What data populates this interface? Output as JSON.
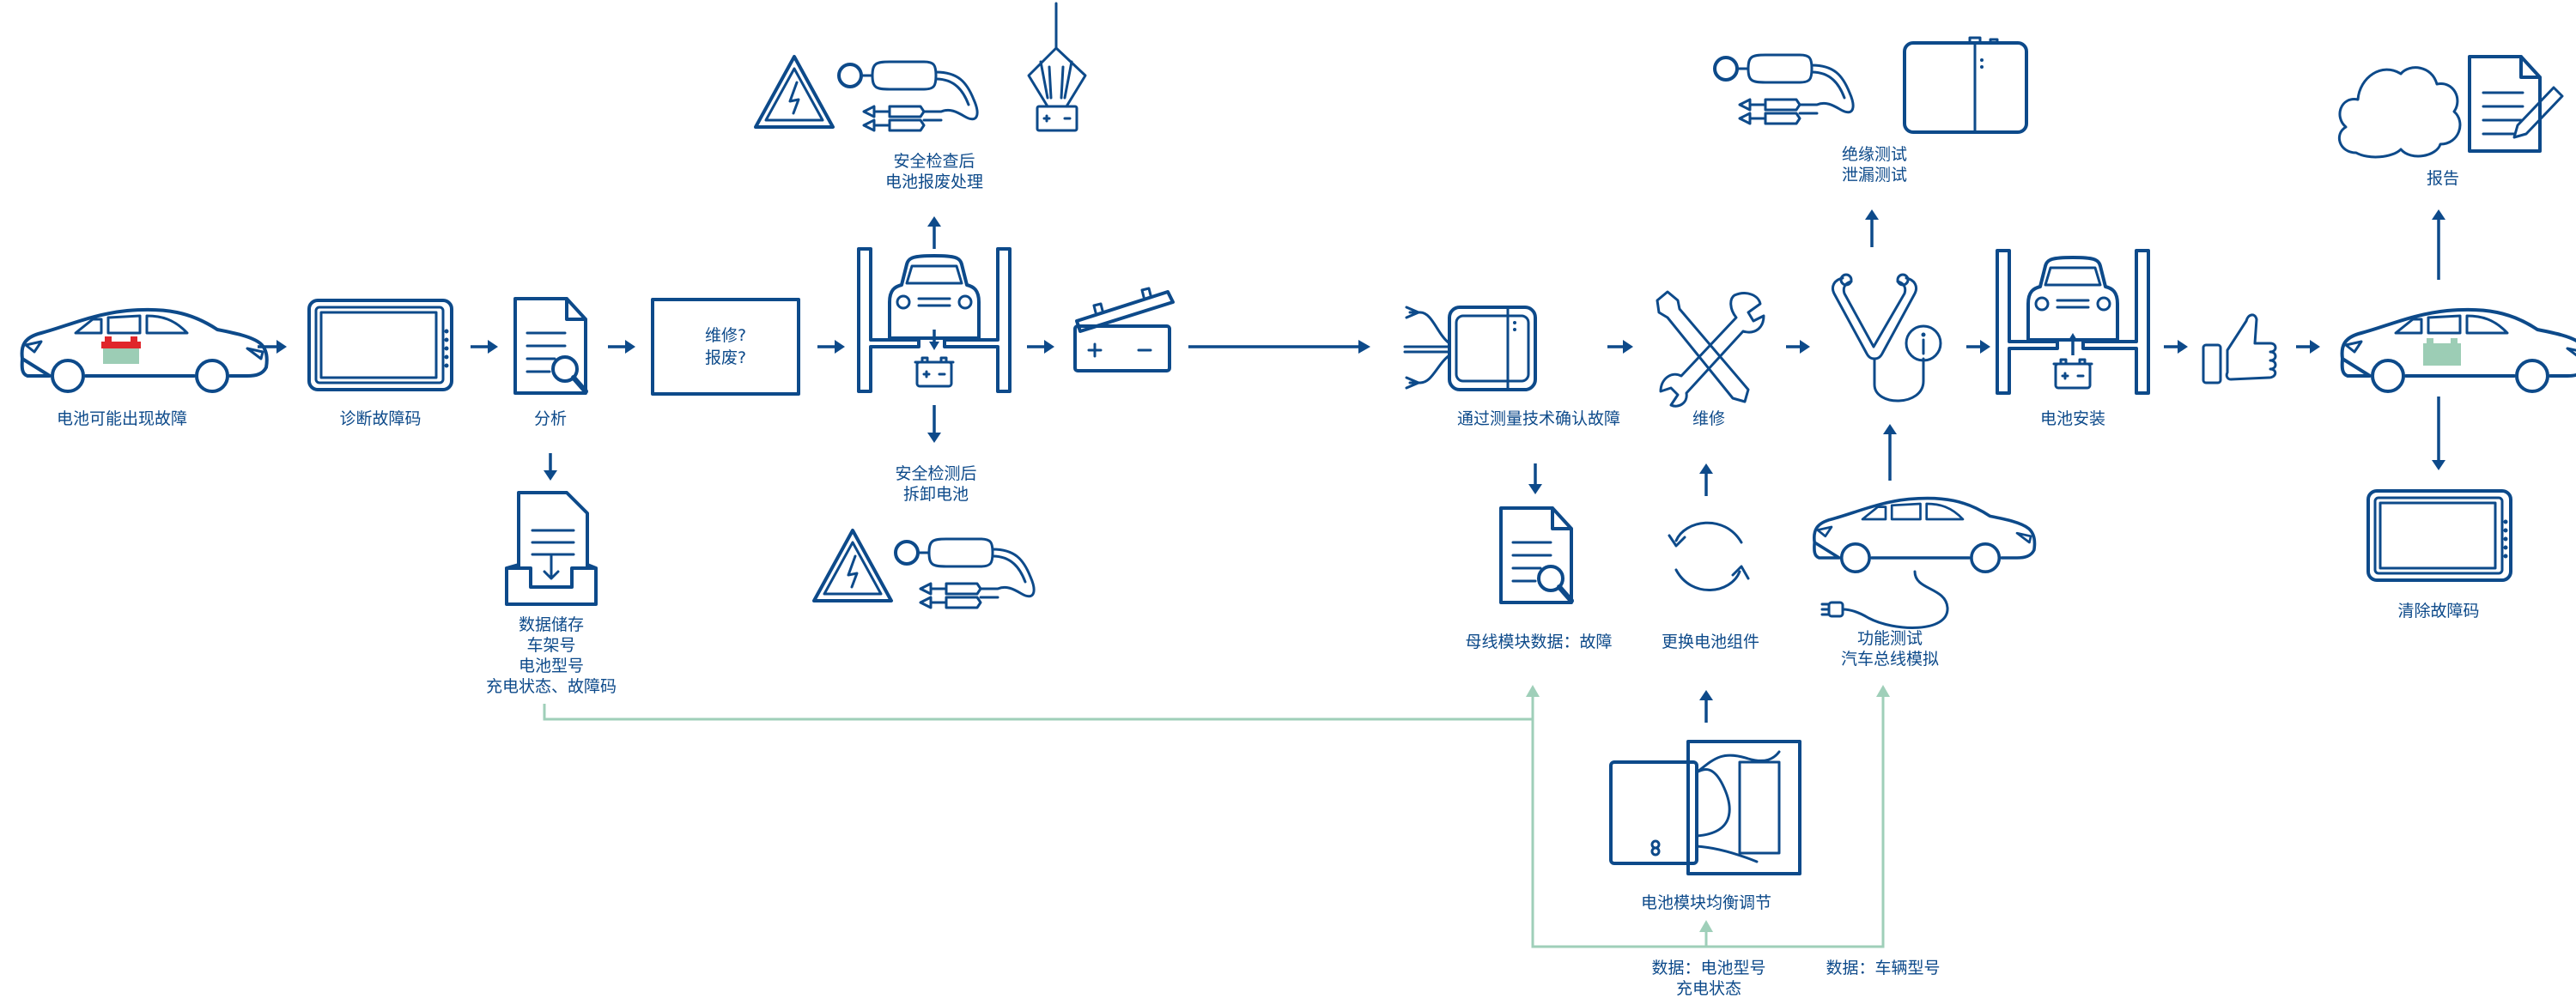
{
  "colors": {
    "primary": "#0d4a8a",
    "data_flow": "#9fcfb9",
    "battery_faulty_top": "#e0262b",
    "battery_ok": "#9ccdb5"
  },
  "nodes": {
    "car_fault": {
      "label": [
        "电池可能出现故障"
      ],
      "icon": "car-with-faulty-battery-icon"
    },
    "diagnose": {
      "label": [
        "诊断故障码"
      ],
      "icon": "tablet-icon"
    },
    "analyze": {
      "label": [
        "分析"
      ],
      "icon": "document-search-icon"
    },
    "data_store": {
      "label": [
        "数据储存",
        "车架号",
        "电池型号",
        "充电状态、故障码"
      ],
      "icon": "document-inbox-icon"
    },
    "decision": {
      "label": [
        "维修?",
        "报废?"
      ]
    },
    "scrap": {
      "label": [
        "安全检查后",
        "电池报废处理"
      ],
      "icons": [
        "high-voltage-warning-icon",
        "insulation-tester-icon",
        "battery-gripper-icon"
      ]
    },
    "lift_remove": {
      "label": [
        "安全检测后",
        "拆卸电池"
      ],
      "icon": "car-lift-remove-battery-icon"
    },
    "remove_tools": {
      "icons": [
        "high-voltage-warning-icon",
        "insulation-tester-icon"
      ]
    },
    "open_battery": {
      "icon": "open-battery-icon"
    },
    "measure": {
      "label": [
        "通过测量技术确认故障"
      ],
      "icon": "measurement-device-icon"
    },
    "busbar_data": {
      "label": [
        "母线模块数据：故障"
      ],
      "icon": "document-search-icon"
    },
    "repair": {
      "label": [
        "维修"
      ],
      "icon": "wrench-screwdriver-icon"
    },
    "replace": {
      "label": [
        "更换电池组件"
      ],
      "icon": "refresh-cycle-icon"
    },
    "balance": {
      "label": [
        "电池模块均衡调节"
      ],
      "icon": "battery-balancer-icon"
    },
    "test": {
      "icon": "stethoscope-info-icon"
    },
    "insulation": {
      "label": [
        "绝缘测试",
        "泄漏测试"
      ],
      "icons": [
        "insulation-tester-icon",
        "tester-case-icon"
      ]
    },
    "function_test": {
      "label": [
        "功能测试",
        "汽车总线模拟"
      ],
      "icon": "car-plug-icon"
    },
    "install": {
      "label": [
        "电池安装"
      ],
      "icon": "car-lift-install-battery-icon"
    },
    "approve": {
      "icon": "thumbs-up-icon"
    },
    "car_ok": {
      "icon": "car-with-good-battery-icon"
    },
    "report": {
      "label": [
        "报告"
      ],
      "icons": [
        "cloud-icon",
        "document-edit-icon"
      ]
    },
    "clear_codes": {
      "label": [
        "清除故障码"
      ],
      "icon": "tablet-icon"
    }
  },
  "data_flow_labels": {
    "battery_data": [
      "数据：电池型号",
      "充电状态"
    ],
    "vehicle_data": [
      "数据：车辆型号"
    ]
  }
}
